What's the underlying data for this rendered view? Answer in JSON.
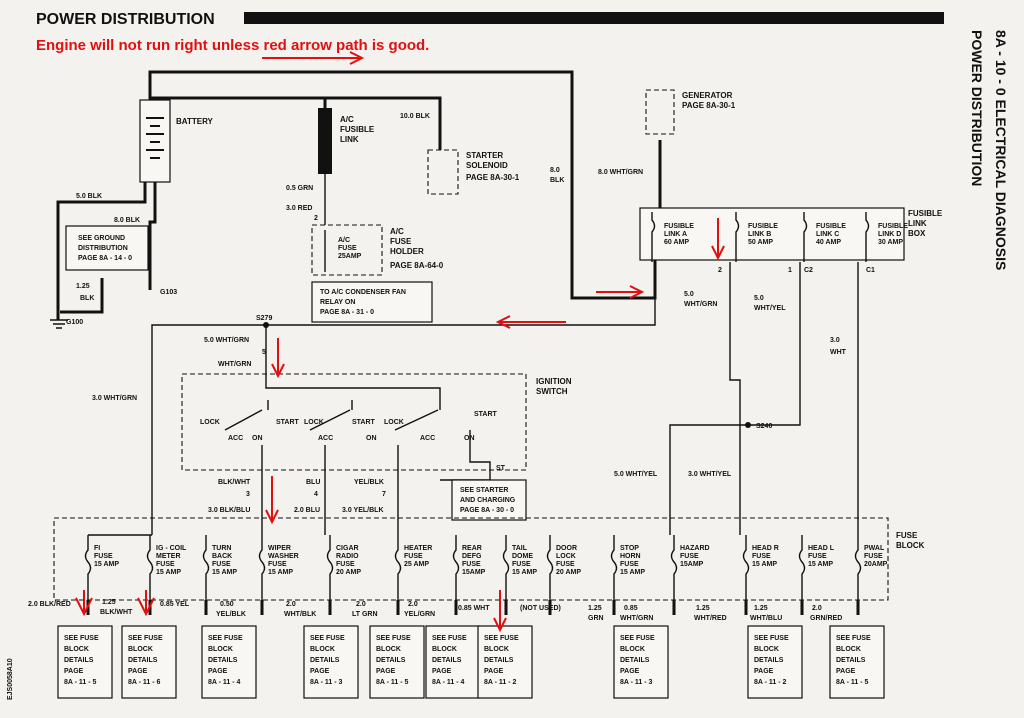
{
  "header": {
    "title": "POWER DISTRIBUTION",
    "note": "Engine will not run right unless red arrow path is good.",
    "side_section": "8A - 10 - 0  ELECTRICAL DIAGNOSIS",
    "side_title": "POWER DISTRIBUTION",
    "figure_id": "EJS0058A10"
  },
  "components": {
    "battery": "BATTERY",
    "ac_fusible_link": [
      "A/C",
      "FUSIBLE",
      "LINK"
    ],
    "starter_solenoid": [
      "STARTER",
      "SOLENOID",
      "PAGE 8A-30-1"
    ],
    "generator": [
      "GENERATOR",
      "PAGE 8A-30-1"
    ],
    "fusible_link_box": [
      "FUSIBLE",
      "LINK",
      "BOX"
    ],
    "ac_fuse_holder": [
      "A/C",
      "FUSE",
      "HOLDER",
      "PAGE 8A-64-0"
    ],
    "ac_fuse": [
      "A/C",
      "FUSE",
      "25AMP"
    ],
    "ground_dist": [
      "SEE GROUND",
      "DISTRIBUTION",
      "PAGE 8A - 14 - 0"
    ],
    "ac_relay": [
      "TO A/C CONDENSER FAN",
      "RELAY ON",
      "PAGE 8A - 31 - 0"
    ],
    "ignition_switch": [
      "IGNITION",
      "SWITCH"
    ],
    "starter_charging": [
      "SEE STARTER",
      "AND CHARGING",
      "PAGE 8A - 30 - 0"
    ],
    "fuse_block": [
      "FUSE",
      "BLOCK"
    ]
  },
  "wires": {
    "w_10blk": "10.0 BLK",
    "w_8blk_a": "8.0",
    "w_8blk_b": "BLK",
    "w_8wht_grn": "8.0 WHT/GRN",
    "w_05grn": "0.5 GRN",
    "w_3red": "3.0 RED",
    "w_5blk": "5.0 BLK",
    "w_8blk2": "8.0 BLK",
    "w_125blk_a": "1.25",
    "w_125blk_b": "BLK",
    "w_5whtgrn_a": "5.0",
    "w_5whtgrn_b": "WHT/GRN",
    "w_5whtyel_a": "5.0",
    "w_5whtyel_b": "WHT/YEL",
    "w_3wht_a": "3.0",
    "w_3wht_b": "WHT",
    "w_5whtgrn_s": "5.0 WHT/GRN",
    "w_whtgrn": "WHT/GRN",
    "w_3whtgrn": "3.0 WHT/GRN",
    "w_blkwht": "BLK/WHT",
    "w_blu": "BLU",
    "w_yelblk": "YEL/BLK",
    "w_3blkblu": "3.0 BLK/BLU",
    "w_2blu": "2.0 BLU",
    "w_3yelblk": "3.0 YEL/BLK",
    "w_5whtyel2": "5.0 WHT/YEL",
    "w_3whtyel": "3.0 WHT/YEL"
  },
  "splices": {
    "s279": "S279",
    "s240": "S240",
    "g103": "G103",
    "g100": "G100"
  },
  "connectors": {
    "c2": "C2",
    "c1": "C1",
    "n1": "1",
    "n2": "2",
    "n2b": "2",
    "n3": "3",
    "n4": "4",
    "n5": "5",
    "n7": "7"
  },
  "switch_labels": {
    "lock": "LOCK",
    "acc": "ACC",
    "on": "ON",
    "start": "START",
    "st": "ST"
  },
  "fusible_links": [
    {
      "name": "FUSIBLE",
      "sub": "LINK A",
      "amp": "60 AMP"
    },
    {
      "name": "FUSIBLE",
      "sub": "LINK B",
      "amp": "50 AMP"
    },
    {
      "name": "FUSIBLE",
      "sub": "LINK C",
      "amp": "40 AMP"
    },
    {
      "name": "FUSIBLE",
      "sub": "LINK D",
      "amp": "30 AMP"
    }
  ],
  "fuses": [
    {
      "lines": [
        "FI",
        "FUSE",
        "15 AMP"
      ]
    },
    {
      "lines": [
        "IG - COIL",
        "METER",
        "FUSE",
        "15 AMP"
      ]
    },
    {
      "lines": [
        "TURN",
        "BACK",
        "FUSE",
        "15 AMP"
      ]
    },
    {
      "lines": [
        "WIPER",
        "WASHER",
        "FUSE",
        "15 AMP"
      ]
    },
    {
      "lines": [
        "CIGAR",
        "RADIO",
        "FUSE",
        "20 AMP"
      ]
    },
    {
      "lines": [
        "HEATER",
        "FUSE",
        "25 AMP"
      ]
    },
    {
      "lines": [
        "REAR",
        "DEFG",
        "FUSE",
        "15AMP"
      ]
    },
    {
      "lines": [
        "TAIL",
        "DOME",
        "FUSE",
        "15 AMP"
      ]
    },
    {
      "lines": [
        "DOOR",
        "LOCK",
        "FUSE",
        "20 AMP"
      ]
    },
    {
      "lines": [
        "STOP",
        "HORN",
        "FUSE",
        "15 AMP"
      ]
    },
    {
      "lines": [
        "HAZARD",
        "FUSE",
        "15AMP"
      ]
    },
    {
      "lines": [
        "HEAD R",
        "FUSE",
        "15 AMP"
      ]
    },
    {
      "lines": [
        "HEAD L",
        "FUSE",
        "15 AMP"
      ]
    },
    {
      "lines": [
        "PWAL",
        "FUSE",
        "20AMP"
      ]
    }
  ],
  "output_wires": [
    "2.0 BLK/RED",
    "1.25",
    "BLK/WHT",
    "0.85 YEL",
    "0.50",
    "YEL/BLK",
    "2.0",
    "WHT/BLK",
    "2.0",
    "LT GRN",
    "2.0",
    "YEL/GRN",
    "0.85 WHT",
    "(NOT USED)",
    "1.25",
    "GRN",
    "0.85",
    "WHT/GRN",
    "1.25",
    "WHT/RED",
    "1.25",
    "WHT/BLU",
    "2.0",
    "GRN/RED"
  ],
  "detail_boxes": [
    {
      "lines": [
        "SEE FUSE",
        "BLOCK",
        "DETAILS",
        "PAGE",
        "8A - 11 - 5"
      ]
    },
    {
      "lines": [
        "SEE FUSE",
        "BLOCK",
        "DETAILS",
        "PAGE",
        "8A - 11 - 6"
      ]
    },
    {
      "lines": [
        "SEE FUSE",
        "BLOCK",
        "DETAILS",
        "PAGE",
        "8A - 11 - 4"
      ]
    },
    {
      "lines": [
        "SEE FUSE",
        "BLOCK",
        "DETAILS",
        "PAGE",
        "8A - 11 - 3"
      ]
    },
    {
      "lines": [
        "SEE FUSE",
        "BLOCK",
        "DETAILS",
        "PAGE",
        "8A - 11 - 5"
      ]
    },
    {
      "lines": [
        "SEE FUSE",
        "BLOCK",
        "DETAILS",
        "PAGE",
        "8A - 11 - 4"
      ]
    },
    {
      "lines": [
        "SEE FUSE",
        "BLOCK",
        "DETAILS",
        "PAGE",
        "8A - 11 - 2"
      ]
    },
    {
      "lines": [
        "SEE FUSE",
        "BLOCK",
        "DETAILS",
        "PAGE",
        "8A - 11 - 3"
      ]
    },
    {
      "lines": [
        "SEE FUSE",
        "BLOCK",
        "DETAILS",
        "PAGE",
        "8A - 11 - 2"
      ]
    },
    {
      "lines": [
        "SEE FUSE",
        "BLOCK",
        "DETAILS",
        "PAGE",
        "8A - 11 - 5"
      ]
    }
  ],
  "colors": {
    "annotation": "#e01010",
    "ink": "#111111",
    "paper": "#f4f2ee"
  }
}
